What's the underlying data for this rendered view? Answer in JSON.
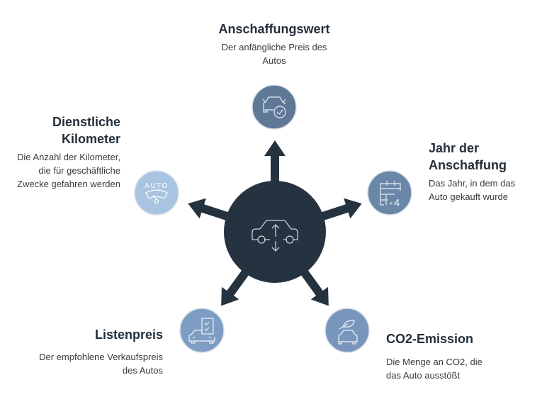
{
  "colors": {
    "hub": "#25323f",
    "top": "#5f7896",
    "right": "#6a87a8",
    "left": "#a9c4e0",
    "bottom_left": "#7e9dc5",
    "bottom_right": "#7896bb"
  },
  "center": {
    "icon": "car-up-down-icon"
  },
  "nodes": {
    "anschaffungswert": {
      "title": "Anschaffungswert",
      "desc": "Der anfängliche Preis des Autos",
      "icon": "car-check-icon"
    },
    "jahr": {
      "title": "Jahr der Anschaffung",
      "desc": "Das Jahr, in dem das Auto gekauft wurde",
      "icon": "calendar-x4-icon"
    },
    "co2": {
      "title": "CO2-Emission",
      "desc": "Die Menge an CO2, die das Auto ausstößt",
      "icon": "car-leaf-icon"
    },
    "listenpreis": {
      "title": "Listenpreis",
      "desc": "Der empfohlene Verkaufspreis des Autos",
      "icon": "car-checklist-icon"
    },
    "kilometer": {
      "title": "Dienstliche Kilometer",
      "desc": "Die Anzahl der Kilometer, die für geschäftliche Zwecke gefahren werden",
      "icon": "auto-wiper-icon",
      "icon_text": "AUTO"
    }
  }
}
